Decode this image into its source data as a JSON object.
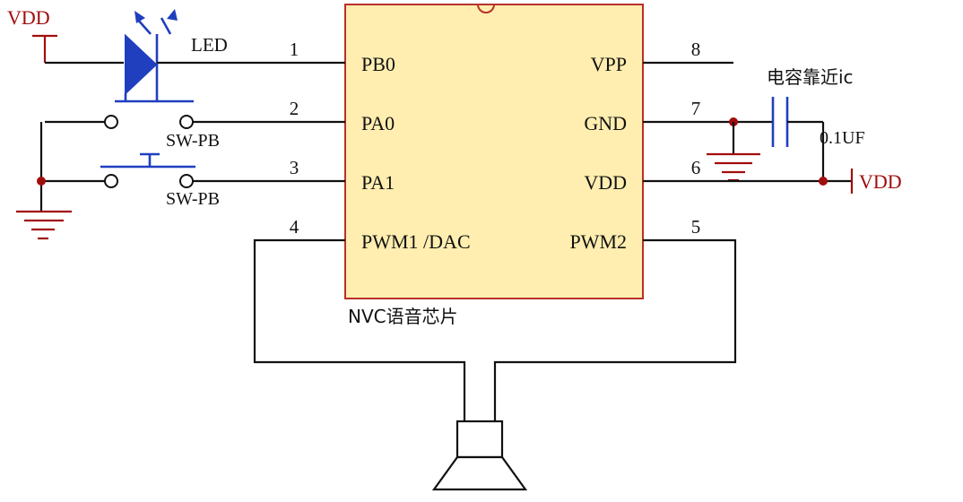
{
  "chip": {
    "name": "NVC语音芯片",
    "fill_color": "#ffeeb0",
    "border_color": "#b9302a",
    "pins": [
      {
        "number": "1",
        "name": "PB0"
      },
      {
        "number": "2",
        "name": "PA0"
      },
      {
        "number": "3",
        "name": "PA1"
      },
      {
        "number": "4",
        "name": "PWM1 /DAC"
      },
      {
        "number": "8",
        "name": "VPP"
      },
      {
        "number": "7",
        "name": "GND"
      },
      {
        "number": "6",
        "name": "VDD"
      },
      {
        "number": "5",
        "name": "PWM2"
      }
    ]
  },
  "labels": {
    "vdd_left": "VDD",
    "led": "LED",
    "switch1": "SW-PB",
    "switch2": "SW-PB",
    "capacitor_note": "电容靠近ic",
    "capacitor_value": "0.1UF",
    "vdd_right": "VDD"
  },
  "colors": {
    "wire": "#111111",
    "power_symbol": "#a10d0d",
    "component": "#1f3fbf"
  }
}
